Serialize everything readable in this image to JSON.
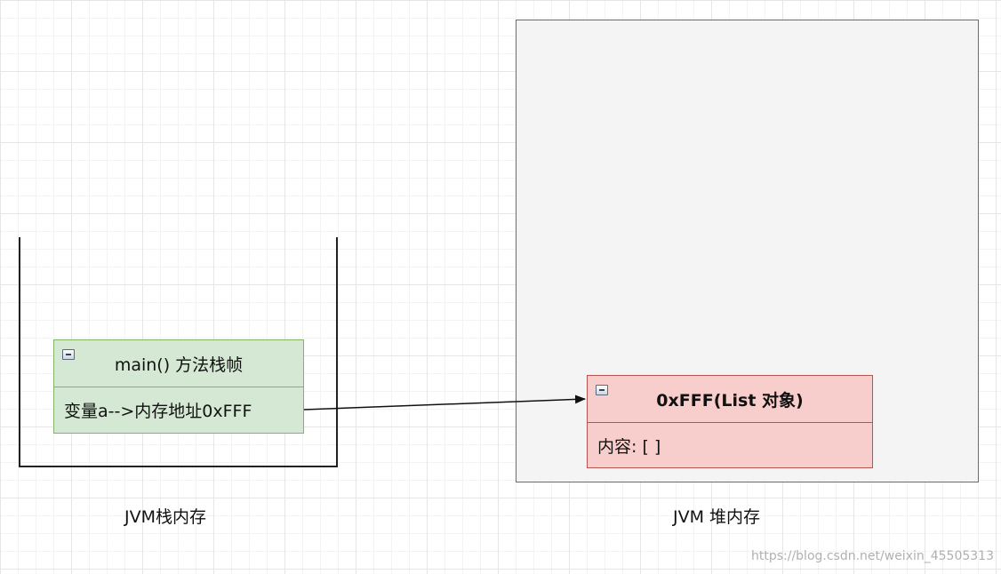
{
  "stack": {
    "caption": "JVM栈内存",
    "frame": {
      "title": "main() 方法栈帧",
      "content": "变量a-->内存地址0xFFF"
    }
  },
  "heap": {
    "caption": "JVM 堆内存",
    "object": {
      "title": "0xFFF(List 对象)",
      "content": "内容: [ ]"
    }
  },
  "watermark": "https://blog.csdn.net/weixin_45505313",
  "colors": {
    "frame_fill": "#d5e8d4",
    "frame_stroke": "#82b366",
    "object_fill": "#f8cecc",
    "object_stroke": "#b85450",
    "heap_fill": "#f4f4f4"
  }
}
